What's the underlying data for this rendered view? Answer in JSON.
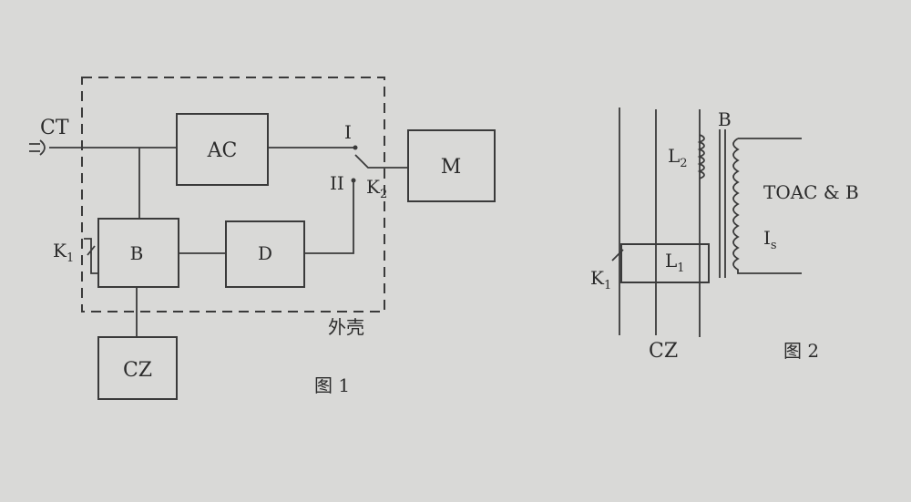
{
  "figure1": {
    "ct_label": "CT",
    "ac_label": "AC",
    "b_label": "B",
    "d_label": "D",
    "m_label": "M",
    "cz_label": "CZ",
    "k1_label": "K",
    "k1_sub": "1",
    "k2_label": "K",
    "k2_sub": "2",
    "pos1_label": "I",
    "pos2_label": "II",
    "housing_label": "外壳",
    "caption": "图 1"
  },
  "figure2": {
    "b_label": "B",
    "l2_label": "L",
    "l2_sub": "2",
    "l1_label": "L",
    "l1_sub": "1",
    "k1_label": "K",
    "k1_sub": "1",
    "toac_label": "TOAC & B",
    "i_label": "I",
    "i_sub": "s",
    "cz_label": "CZ",
    "caption": "图 2"
  }
}
